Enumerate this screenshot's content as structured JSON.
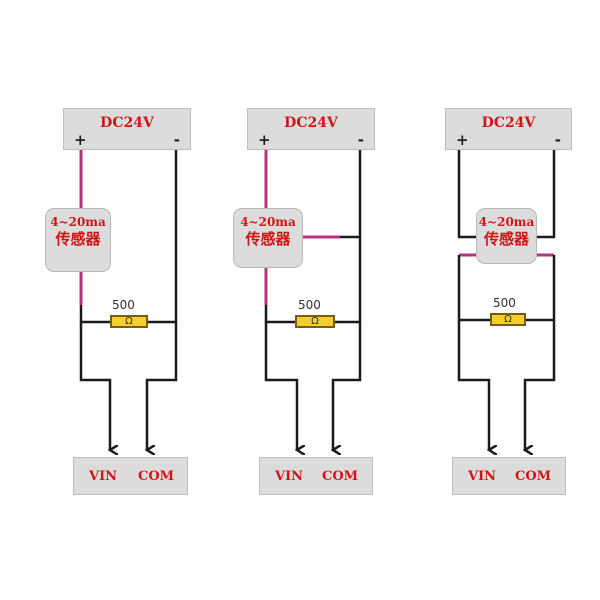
{
  "circuits": [
    {
      "psu": {
        "label": "DC24V",
        "plus": "+",
        "minus": "-"
      },
      "sensor": {
        "line1": "4~20ma",
        "line2": "传感器"
      },
      "resistor": {
        "value": "500",
        "symbol": "Ω"
      },
      "io": {
        "vin": "VIN",
        "com": "COM"
      }
    },
    {
      "psu": {
        "label": "DC24V",
        "plus": "+",
        "minus": "-"
      },
      "sensor": {
        "line1": "4~20ma",
        "line2": "传感器"
      },
      "resistor": {
        "value": "500",
        "symbol": "Ω"
      },
      "io": {
        "vin": "VIN",
        "com": "COM"
      }
    },
    {
      "psu": {
        "label": "DC24V",
        "plus": "+",
        "minus": "-"
      },
      "sensor": {
        "line1": "4~20ma",
        "line2": "传感器"
      },
      "resistor": {
        "value": "500",
        "symbol": "Ω"
      },
      "io": {
        "vin": "VIN",
        "com": "COM"
      }
    }
  ],
  "colors": {
    "wire": "#1a1a1a",
    "sensor_lead": "#b5337e",
    "label_red": "#d01515",
    "resistor_fill": "#f2cf2a",
    "box_fill": "#dcdcdc"
  }
}
